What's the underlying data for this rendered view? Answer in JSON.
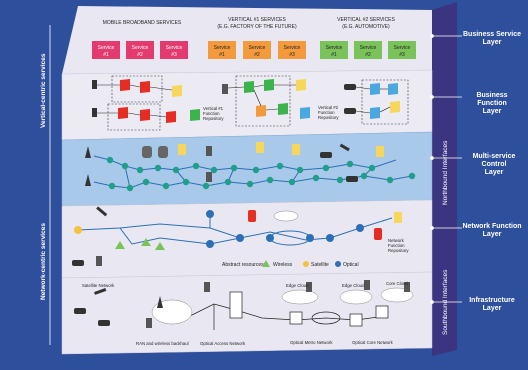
{
  "side_labels": {
    "vertical": "Vertical-centric services",
    "network": "Network-centric services"
  },
  "interfaces": {
    "northbound": "Northbound Interfaces",
    "southbound": "Southbound Interfaces"
  },
  "layers": [
    {
      "line1": "Business Service",
      "line2": "Layer"
    },
    {
      "line1": "Business Function",
      "line2": "Layer"
    },
    {
      "line1": "Multi-service Control",
      "line2": "Layer"
    },
    {
      "line1": "Network Function",
      "line2": "Layer"
    },
    {
      "line1": "Infrastructure",
      "line2": "Layer"
    }
  ],
  "service_groups": [
    {
      "title1": "MOBILE BROADBAND SERVICES",
      "title2": "",
      "color": "#e33a6f",
      "services": [
        {
          "name": "Service",
          "num": "#1"
        },
        {
          "name": "Service",
          "num": "#2"
        },
        {
          "name": "Service",
          "num": "#3"
        }
      ]
    },
    {
      "title1": "VERTICAL #1 SERVICES",
      "title2": "(E.G. FACTORY OF THE FUTURE)",
      "color": "#f39a3c",
      "services": [
        {
          "name": "Service",
          "num": "#1"
        },
        {
          "name": "Service",
          "num": "#2"
        },
        {
          "name": "Service",
          "num": "#3"
        }
      ]
    },
    {
      "title1": "VERTICAL #2 SERVICES",
      "title2": "(E.G. AUTOMOTIVE)",
      "color": "#79c35a",
      "services": [
        {
          "name": "Service",
          "num": "#1"
        },
        {
          "name": "Service",
          "num": "#2"
        },
        {
          "name": "Service",
          "num": "#3"
        }
      ]
    }
  ],
  "repositories": [
    {
      "line1": "Vertical #1",
      "line2": "Function",
      "line3": "Repository"
    },
    {
      "line1": "Vertical #2",
      "line2": "Function",
      "line3": "Repository"
    }
  ],
  "network_repository": {
    "line1": "Network",
    "line2": "Function",
    "line3": "Repository"
  },
  "legend": {
    "abstract": "Abstract resources:",
    "wireless": "Wireless",
    "satellite": "Satellite",
    "optical": "Optical"
  },
  "infra_labels": {
    "satellite_network": "Satellite Network",
    "edge_cloud_1": "Edge Cloud",
    "edge_cloud_2": "Edge Cloud",
    "core_cloud": "Core Cloud",
    "ran": "RAN and wireless backhaul",
    "optical_access": "Optical Access Network",
    "optical_metro": "Optical Metro Network",
    "optical_core": "Optical Core Network"
  },
  "colors": {
    "background": "#2e4f9c",
    "layer_light": "#e9e8f2",
    "layer_blue": "#a9c9ea",
    "right_bar": "#3a3481",
    "node": "#1f9e89",
    "link": "#2b6fb6",
    "red_func": "#e52d24",
    "yellow_func": "#f6d65b",
    "blue_func": "#4aa8e0",
    "green_func": "#3cb44b"
  }
}
